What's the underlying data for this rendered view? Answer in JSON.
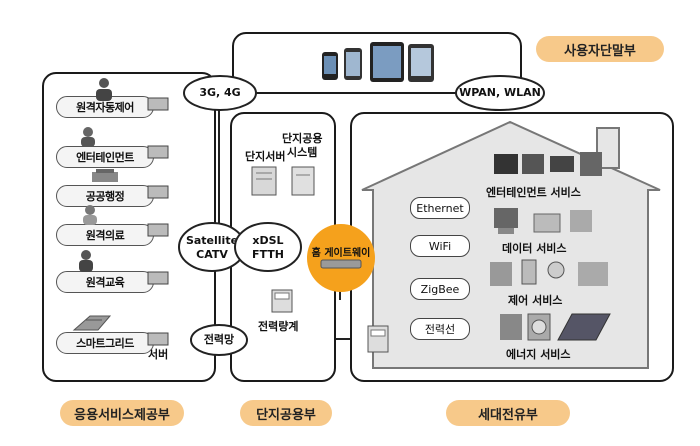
{
  "sections": {
    "app_service": "응용서비스제공부",
    "complex_common": "단지공용부",
    "household": "세대전유부",
    "user_terminal": "사용자단말부"
  },
  "services": [
    {
      "label": "원격자동제어"
    },
    {
      "label": "엔터테인먼트"
    },
    {
      "label": "공공행정"
    },
    {
      "label": "원격의료"
    },
    {
      "label": "원격교육"
    },
    {
      "label": "스마트그리드"
    }
  ],
  "server_label": "서버",
  "clouds": {
    "mobile": "3G, 4G",
    "wpan": "WPAN, WLAN",
    "satellite": "Satellite\nCATV",
    "xdsl": "xDSL\nFTTH",
    "power_grid": "전력망"
  },
  "complex": {
    "server": "단지서버",
    "system": "단지공용\n시스템",
    "meter": "전력량계"
  },
  "gateway": "홈 게이트웨이",
  "networks": [
    "Ethernet",
    "WiFi",
    "ZigBee",
    "전력선"
  ],
  "home_services": {
    "entertainment": "엔터테인먼트 서비스",
    "data": "데이터 서비스",
    "control": "제어 서비스",
    "energy": "에너지 서비스"
  },
  "colors": {
    "pill": "#f7c98a",
    "gateway": "#f5a11c",
    "house": "#e3e3e3"
  }
}
